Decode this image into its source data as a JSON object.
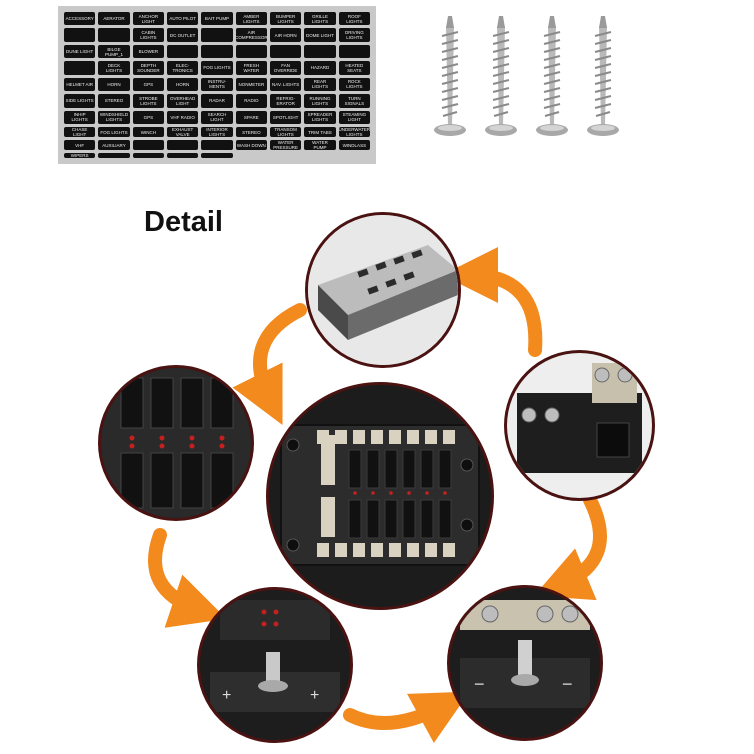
{
  "labels": [
    "ACCESSORY",
    "AERATOR",
    "ANCHOR LIGHT",
    "AUTO PILOT",
    "BAIT PUMP",
    "AMBER LIGHTS",
    "BUMPER LIGHTS",
    "GRILLE LIGHTS",
    "ROOF LIGHTS",
    "",
    "",
    "CABIN LIGHTS",
    "DC OUTLET",
    "",
    "AIR COMPRESSOR",
    "AIR HORN",
    "DOME LIGHT",
    "DRIVING LIGHTS",
    "DUNE LIGHT",
    "BILGE PUMP_1",
    "BLOWER",
    "",
    "",
    "",
    "",
    "",
    "",
    "",
    "DECK LIGHTS",
    "DEPTH SOUNDER",
    "ELEC-TRONICS",
    "FOG LIGHTS",
    "FRESH WATER",
    "FAN OVERRIDE",
    "HAZARD",
    "HEATED SEATS",
    "HELMET AIR",
    "HORN",
    "GPS",
    "HORN",
    "INSTRU-MENTS",
    "NONMETER",
    "NAV. LIGHTS",
    "REAR LIGHTS",
    "ROCK LIGHTS",
    "SIDE LIGHTS",
    "STEREO",
    "STROBE LIGHTS",
    "OVERHEAD LIGHT",
    "RADAR",
    "RADIO",
    "REFRIG-ERATOR",
    "RUNNING LIGHTS",
    "TURN SIGNALS",
    "INHIP LIGHTS",
    "WINDSHIELD LIGHTS",
    "GPS",
    "VHF RADIO",
    "SEARCH LIGHT",
    "SPARE",
    "SPOTLIGHT",
    "SPREADER LIGHTS",
    "STEAMING LIGHT",
    "CHASE LIGHT",
    "FOG LIGHTS",
    "WINCH",
    "EXHAUST VALVE",
    "INTERIOR LIGHTS",
    "STEREO",
    "TRANSOM LIGHTS",
    "TRIM TABS",
    "UNDERWATER LIGHTS",
    "VHF",
    "AUXILIARY",
    "",
    "",
    "",
    "WASH DOWN",
    "WATER PRESSURE",
    "WATER PUMP",
    "WINDLASS",
    "WIPERS",
    "",
    "",
    "",
    ""
  ],
  "detail_title": "Detail",
  "colors": {
    "arrow": "#f28a1e",
    "ring": "#4b1212",
    "label_bg": "#111111",
    "sheet_bg": "#c9c9c9"
  }
}
